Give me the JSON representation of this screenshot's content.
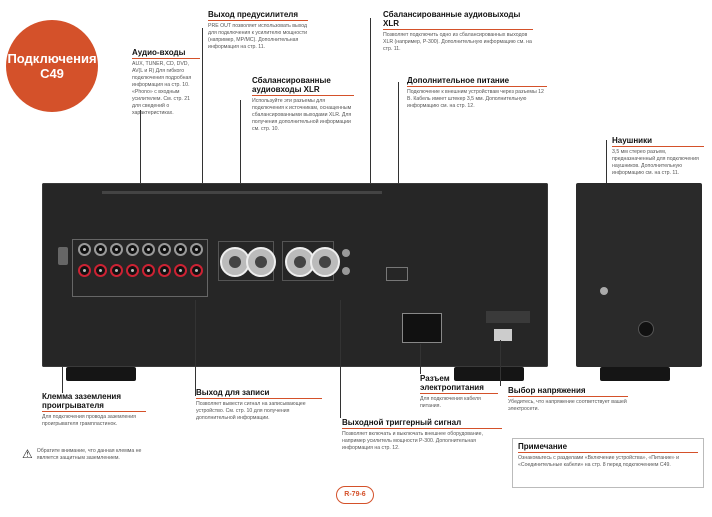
{
  "badge": {
    "line1": "Подключения",
    "line2": "C49"
  },
  "sections": {
    "audio_in": {
      "title": "Аудио-входы",
      "text": "AUX, TUNER, CD, DVD, AV(L и R) Для гибкого подключения подробная информация на стр. 10. «Phono» с входным усилителем. См. стр. 21 для сведений о характеристиках."
    },
    "pre_out": {
      "title": "Выход предусилителя",
      "text": "PRE OUT позволяет использовать выход для подключения к усилителю мощности (например, MP/MC). Дополнительная информация на стр. 11."
    },
    "bal_xlr_top": {
      "title": "Сбалансированные аудиовыходы XLR",
      "text": "Позволяет подключить одно из сбалансированных выходов XLR (например, P-300). Дополнительную информацию см. на стр. 11."
    },
    "bal_xlr_mid": {
      "title": "Сбалансированные аудиовходы XLR",
      "text": "Используйте эти разъемы для подключения к источникам, оснащенным сбалансированными выходами XLR. Для получения дополнительной информации см. стр. 10."
    },
    "aux_power": {
      "title": "Дополнительное питание",
      "text": "Подключение к внешним устройствам через разъемы 12 В. Кабель имеет штекер 3,5 мм. Дополнительную информацию см. на стр. 12."
    },
    "headphones": {
      "title": "Наушники",
      "text": "3,5 мм стерео разъем, предназначенный для подключения наушников. Дополнительную информацию см. на стр. 11."
    },
    "ground": {
      "title": "Клемма заземления проигрывателя",
      "text": "Для подключения провода заземления проигрывателя грампластинок."
    },
    "warn": {
      "text": "Обратите внимание, что данная клемма не является защитным заземлением."
    },
    "rec_out": {
      "title": "Выход для записи",
      "text": "Позволяет вывести сигнал на записывающее устройство. См. стр. 10 для получения дополнительной информации."
    },
    "power_conn": {
      "title": "Разъем электропитания",
      "text": "Для подключения кабеля питания."
    },
    "trigger": {
      "title": "Выходной триггерный сигнал",
      "text": "Позволяет включать и выключать внешнее оборудование, например усилитель мощности P-300. Дополнительная информация на стр. 12."
    },
    "voltage": {
      "title": "Выбор напряжения",
      "text": "Убедитесь, что напряжение соответствует вашей электросети."
    },
    "note": {
      "title": "Примечание",
      "text": "Ознакомьтесь с разделами «Включение устройства», «Питание» и «Соединительные кабели» на стр. 8 перед подключением C49."
    }
  },
  "page_number": "R-79-6",
  "colors": {
    "accent": "#d4512a",
    "panel": "#262626"
  }
}
